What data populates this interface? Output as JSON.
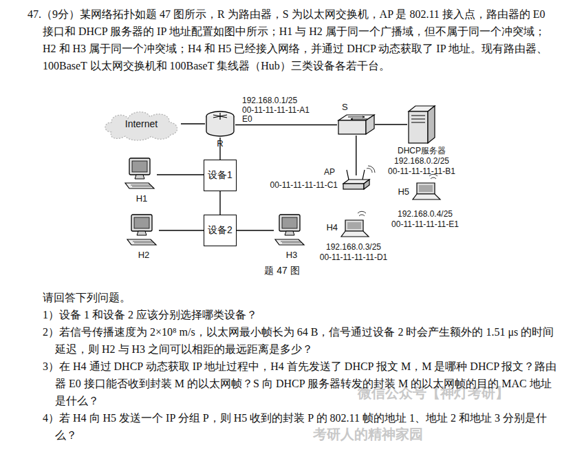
{
  "diagram": {
    "caption": "题 47 图",
    "nodes": [
      {
        "text": [
          "Internet"
        ]
      },
      {
        "text": [
          "R"
        ]
      },
      {
        "text": [
          "S"
        ]
      },
      {
        "text": [
          "DHCP服务器",
          "192.168.0.2/25",
          "00-11-11-11-11-B1"
        ]
      },
      {
        "text": [
          "H1"
        ]
      },
      {
        "text": [
          "设备1"
        ]
      },
      {
        "text": [
          "AP",
          "00-11-11-11-11-C1"
        ]
      },
      {
        "text": [
          "H5",
          "192.168.0.4/25",
          "00-11-11-11-11-E1"
        ]
      },
      {
        "text": [
          "H2"
        ]
      },
      {
        "text": [
          "设备2"
        ]
      },
      {
        "text": [
          "H3"
        ]
      },
      {
        "text": [
          "H4",
          "192.168.0.3/25",
          "00-11-11-11-11-D1"
        ]
      }
    ],
    "edges": [
      {
        "from": 0,
        "to": 1,
        "arrow": "none"
      },
      {
        "from": 1,
        "to": 2,
        "arrow": "none"
      },
      {
        "from": 2,
        "to": 3,
        "arrow": "none"
      },
      {
        "from": 2,
        "to": 6,
        "arrow": "none"
      },
      {
        "from": 1,
        "to": 5,
        "arrow": "none"
      },
      {
        "from": 4,
        "to": 5,
        "arrow": "none"
      },
      {
        "from": 5,
        "to": 9,
        "arrow": "none"
      },
      {
        "from": 8,
        "to": 9,
        "arrow": "none"
      },
      {
        "from": 9,
        "to": 10,
        "arrow": "none"
      }
    ],
    "labels": [
      "47.（9分）某网络拓扑如题 47 图所示，R 为路由器，S 为以太网交换机，AP 是 802.11 接入点，路由器的 E0 接口和 DHCP 服务器的 IP 地址配置如图中所示；H1 与 H2 属于同一个广播域，但不属于同一个冲突域；H2 和 H3 属于同一个冲突域；H4 和 H5 已经接入网络，并通过 DHCP 动态获取了 IP 地址。现有路由器、100BaseT 以太网交换机和 100BaseT 集线器（Hub）三类设备各若干台。",
      "192.168.0.1/25",
      "00-11-11-11-11-A1",
      "E0",
      "请回答下列问题。",
      "1）设备 1 和设备 2 应该分别选择哪类设备？",
      "2）若信号传播速度为 2×10⁸ m/s，以太网最小帧长为 64 B，信号通过设备 2 时会产生额外的 1.51 μs 的时间延迟，则 H2 与 H3 之间可以相距的最远距离是多少？",
      "3）在 H4 通过 DHCP 动态获取 IP 地址过程中，H4 首先发送了 DHCP 报文 M，M 是哪种 DHCP 报文？路由器 E0 接口能否收到封装 M 的以太网帧？S 向 DHCP 服务器转发的封装 M 的以太网帧的目的 MAC 地址是什么？",
      "4）若 H4 向 H5 发送一个 IP 分组 P，则 H5 收到的封装 P 的 802.11 帧的地址 1、地址 2 和地址 3 分别是什么？",
      "微信公众号【神灯考研】",
      "考研人的精神家园"
    ]
  }
}
